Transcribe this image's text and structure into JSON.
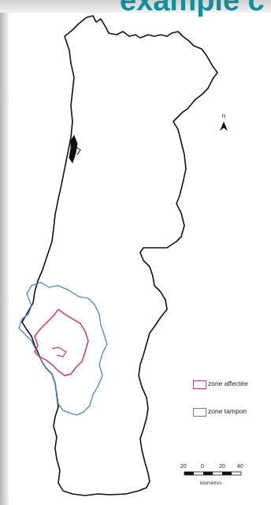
{
  "slide": {
    "title_fragment": "example c"
  },
  "map": {
    "north_label": "N",
    "legend": [
      {
        "label": "zone affectée",
        "color": "#e0326a"
      },
      {
        "label": "zone tampon",
        "color": "#4a86c8"
      }
    ],
    "scale": {
      "ticks": [
        "20",
        "0",
        "20",
        "40"
      ],
      "unit": "kilomètres"
    },
    "colors": {
      "outline": "#111111",
      "affected": "#e0326a",
      "buffer": "#4a86c8"
    }
  }
}
